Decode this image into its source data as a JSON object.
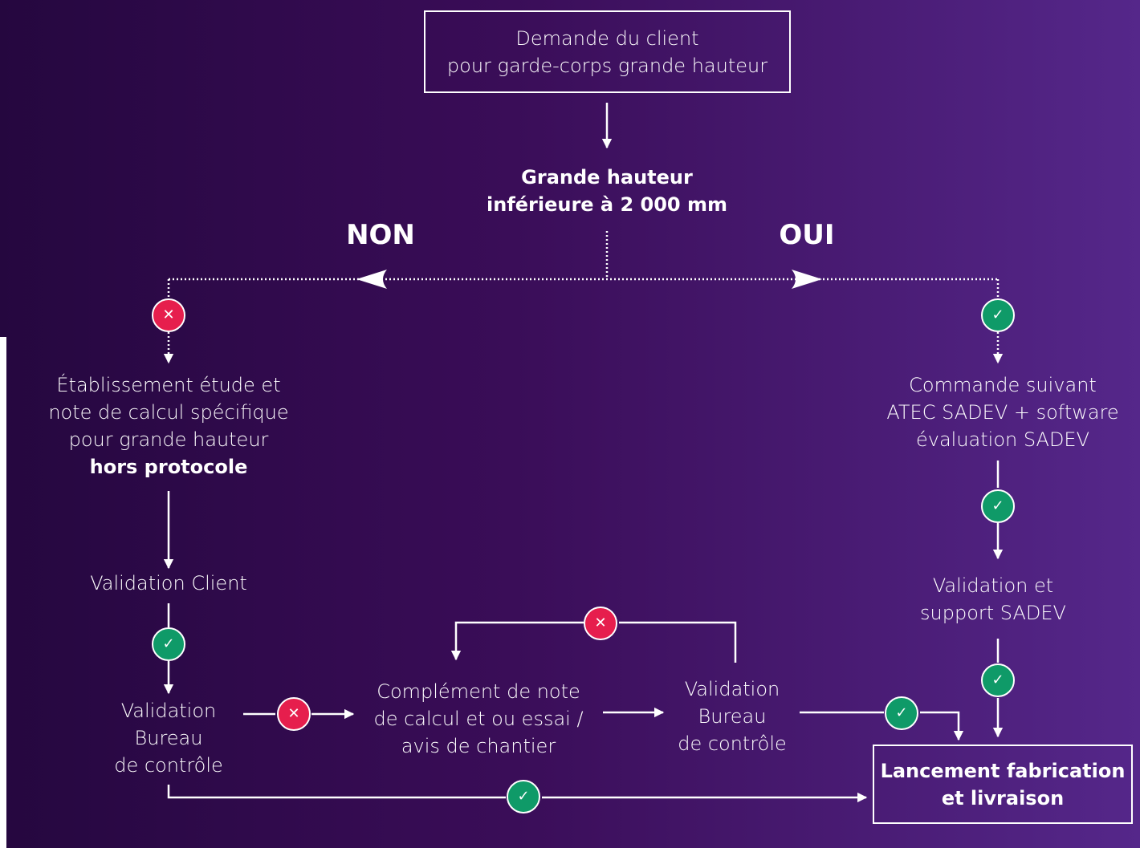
{
  "start": {
    "line1": "Demande du client",
    "line2": "pour garde-corps grande hauteur"
  },
  "decision": {
    "line1": "Grande hauteur",
    "line2": "inférieure à 2 000 mm"
  },
  "branches": {
    "no": "NON",
    "yes": "OUI"
  },
  "left": {
    "study": {
      "line1": "Établissement étude et",
      "line2": "note de calcul spécifique",
      "line3": "pour grande hauteur",
      "line4": "hors protocole"
    },
    "client_validation": "Validation Client",
    "office_validation": {
      "line1": "Validation",
      "line2": "Bureau",
      "line3": "de contrôle"
    }
  },
  "middle": {
    "complement": {
      "line1": "Complément de note",
      "line2": "de calcul et ou essai /",
      "line3": "avis de chantier"
    },
    "office_validation": {
      "line1": "Validation",
      "line2": "Bureau",
      "line3": "de contrôle"
    }
  },
  "right": {
    "order": {
      "line1": "Commande suivant",
      "line2": "ATEC SADEV + software",
      "line3": "évaluation SADEV"
    },
    "support": {
      "line1": "Validation et",
      "line2": "support SADEV"
    }
  },
  "end": {
    "line1": "Lancement fabrication",
    "line2": "et livraison"
  },
  "badge_icons": {
    "ok": "check-circle-icon",
    "ko": "cross-circle-icon"
  },
  "colors": {
    "ok": "#0f9a68",
    "ko": "#e61e4d",
    "line": "#ffffff"
  }
}
